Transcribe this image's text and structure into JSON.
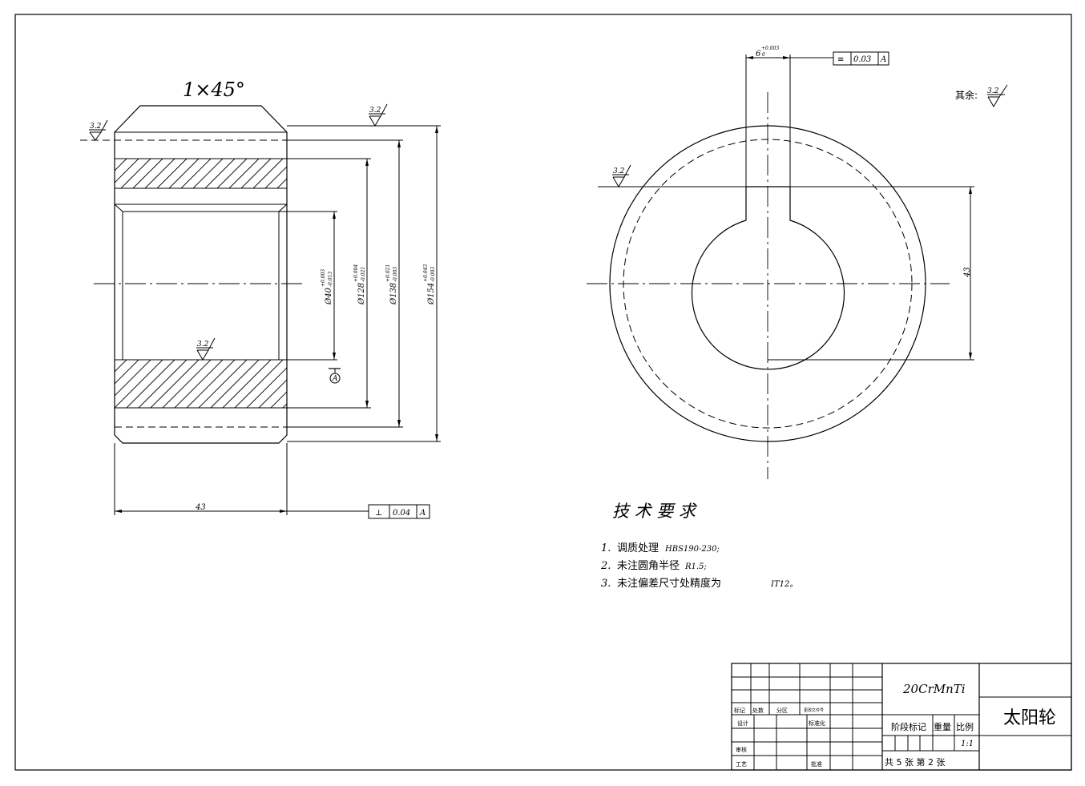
{
  "left_view": {
    "chamfer_label": "1×45°",
    "roughness_top_left": "3.2",
    "roughness_top_right": "3.2",
    "roughness_bore": "3.2",
    "datum_label": "A",
    "dims": {
      "d40": "Ø40",
      "d40_tol_upper": "+0.003",
      "d40_tol_lower": "-0.013",
      "d128": "Ø128",
      "d128_tol_upper": "+0.004",
      "d128_tol_lower": "-0.021",
      "d138": "Ø138",
      "d138_tol_upper": "+0.021",
      "d138_tol_lower": "-0.003",
      "d154": "Ø154",
      "d154_tol_upper": "+0.043",
      "d154_tol_lower": "-0.003",
      "width": "43"
    },
    "tolerance_frame": {
      "symbol": "⊥",
      "value": "0.04",
      "datum": "A"
    }
  },
  "right_view": {
    "keyway_width": "6",
    "keyway_tol_upper": "+0.003",
    "keyway_tol_lower": "0",
    "symmetry_frame": {
      "symbol": "≡",
      "value": "0.03",
      "datum": "A"
    },
    "roughness": "3.2",
    "depth_dim": "43",
    "other_surfaces_label": "其余:",
    "other_surfaces_value": "3.2"
  },
  "requirements": {
    "title": "技 术 要 求",
    "items": [
      {
        "num": "1.",
        "text": "调质处理",
        "spec": "HBS190-230;"
      },
      {
        "num": "2.",
        "text": "未注圆角半径",
        "spec": "R1.5;"
      },
      {
        "num": "3.",
        "text": "未注偏差尺寸处精度为",
        "spec": "IT12。"
      }
    ]
  },
  "title_block": {
    "material": "20CrMnTi",
    "part_name": "太阳轮",
    "headers": {
      "mark": "标记",
      "count": "处数",
      "zone": "分区",
      "doc": "更改文件号",
      "design": "设计",
      "standard": "标准化",
      "review": "审核",
      "process": "工艺",
      "approve": "批准"
    },
    "stage_label": "阶段标记",
    "weight_label": "重量",
    "scale_label": "比例",
    "scale_value": "1:1",
    "sheets": "共 5 张  第 2 张"
  }
}
